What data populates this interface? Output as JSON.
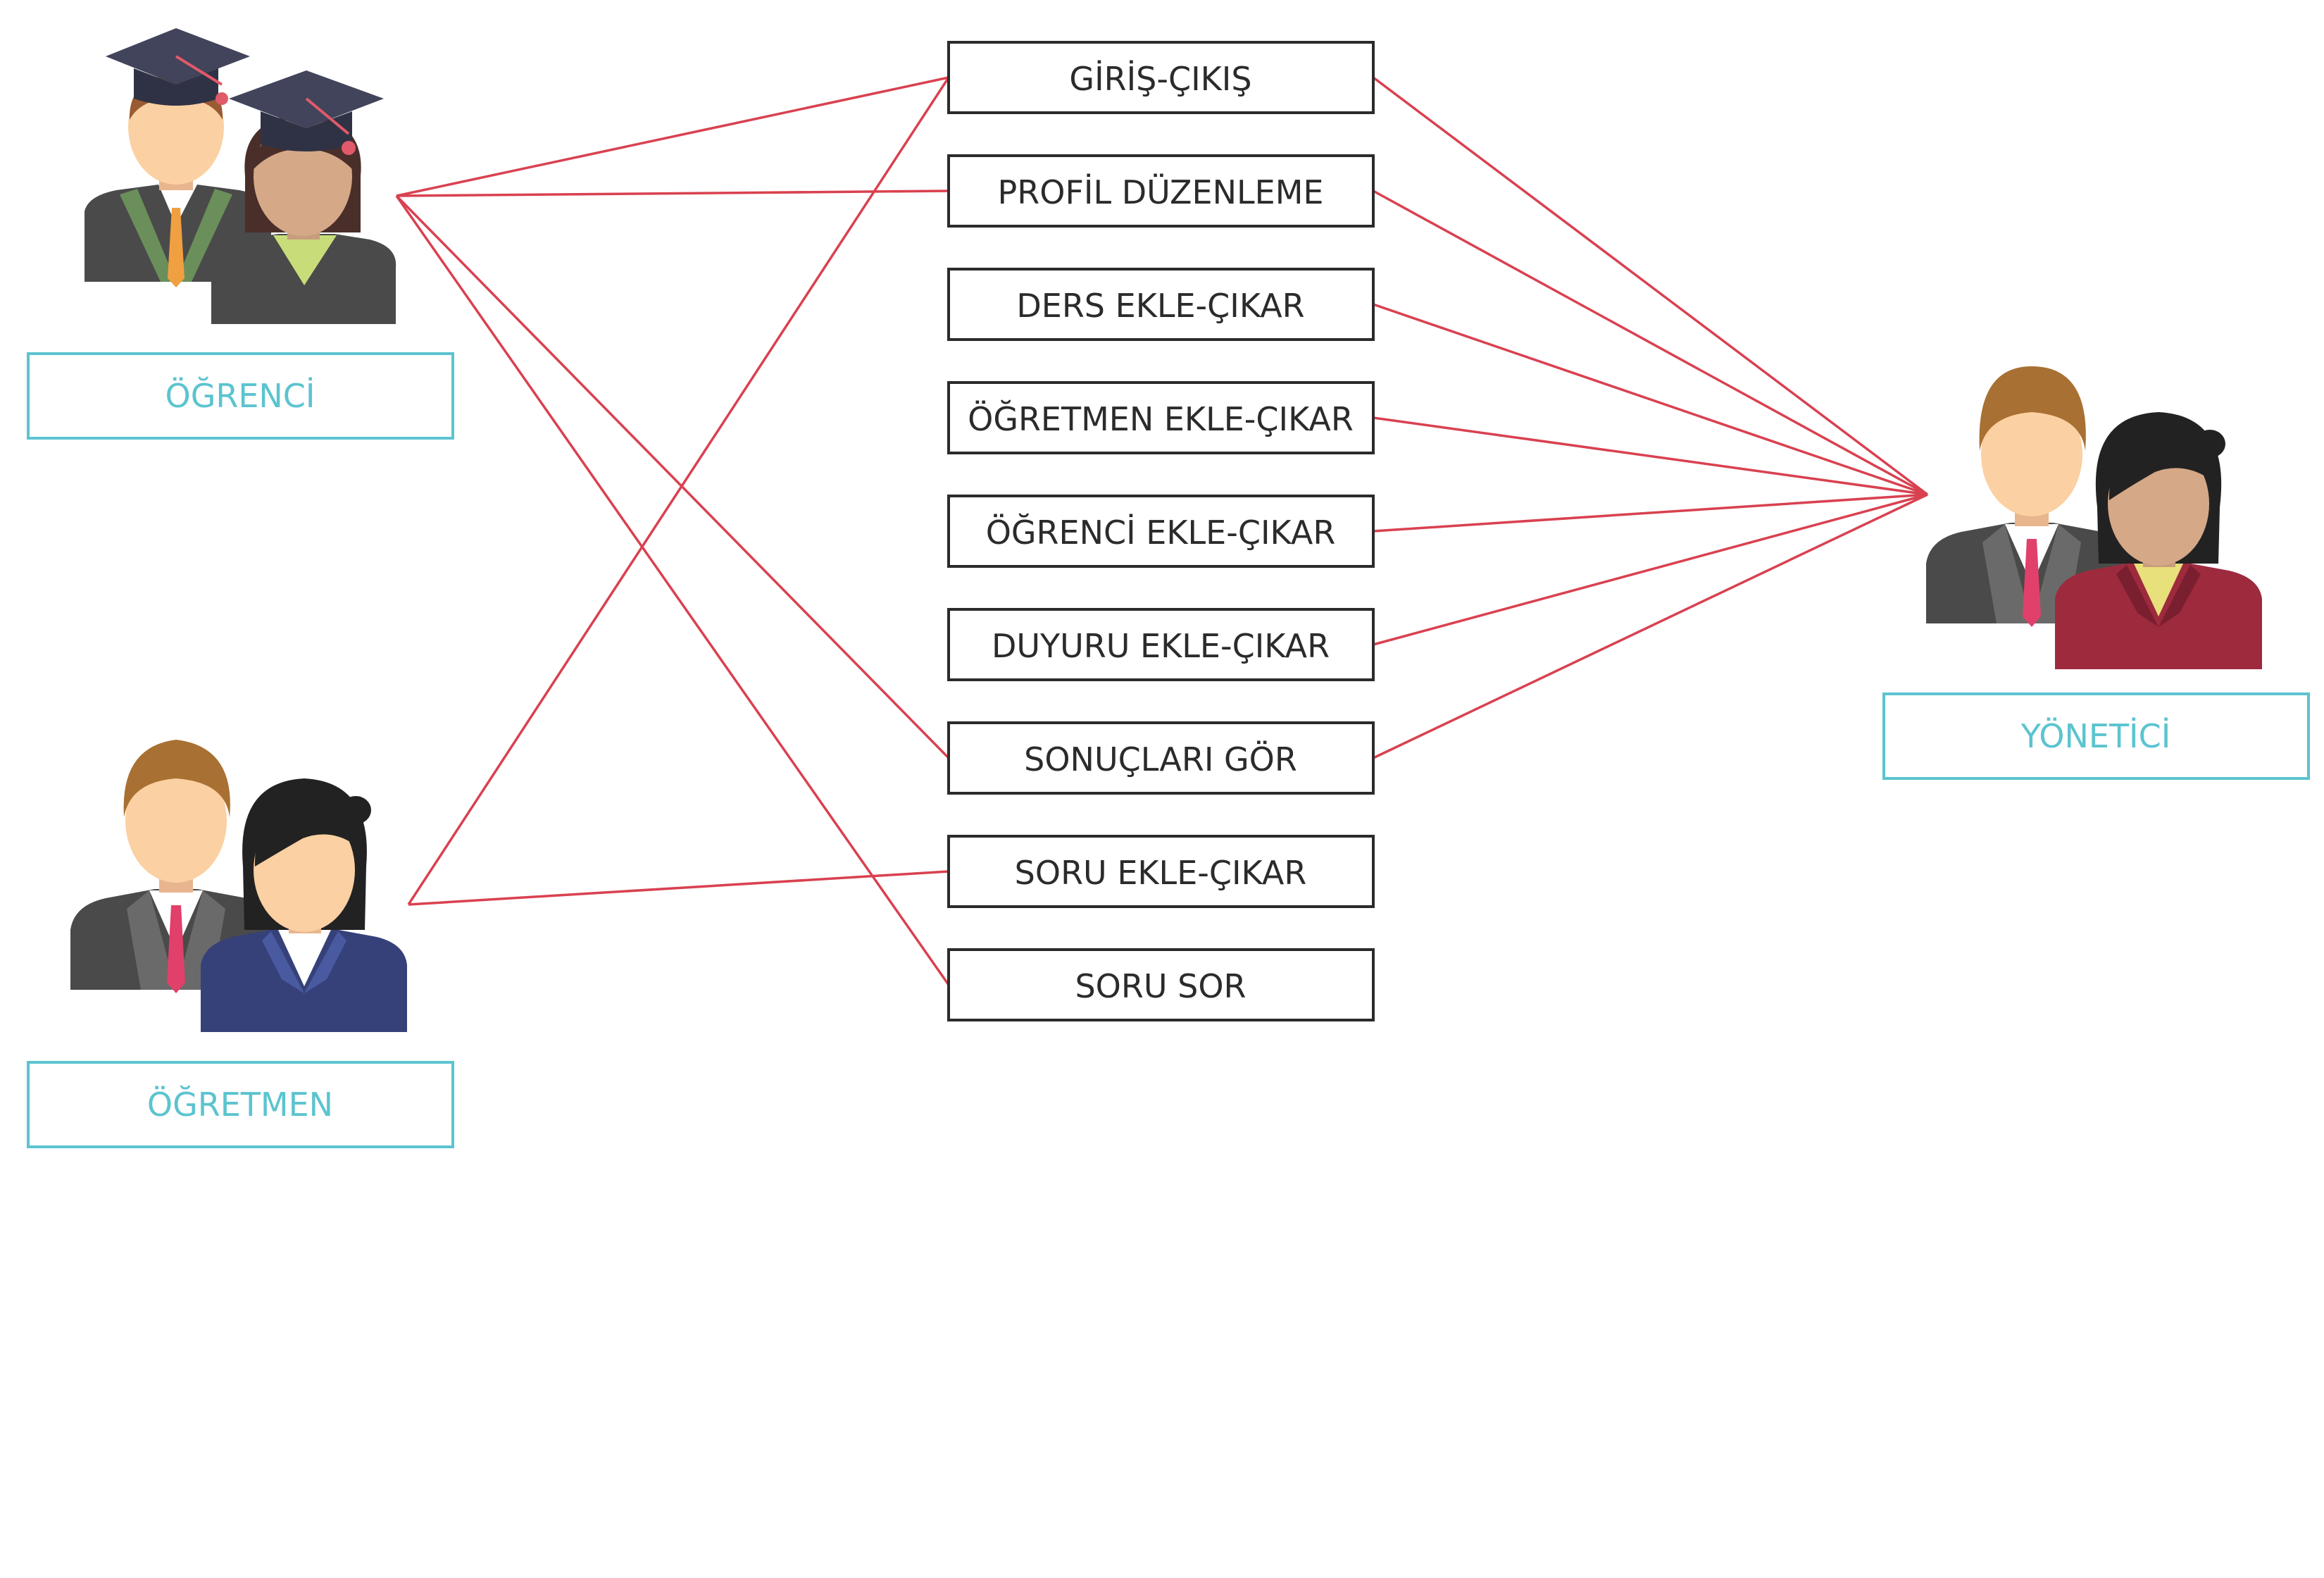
{
  "roles": {
    "ogrenci": {
      "label": "ÖĞRENCİ"
    },
    "ogretmen": {
      "label": "ÖĞRETMEN"
    },
    "yonetici": {
      "label": "YÖNETİCİ"
    }
  },
  "functions": [
    {
      "label": "GİRİŞ-ÇIKIŞ"
    },
    {
      "label": "PROFİL DÜZENLEME"
    },
    {
      "label": "DERS EKLE-ÇIKAR"
    },
    {
      "label": "ÖĞRETMEN EKLE-ÇIKAR"
    },
    {
      "label": "ÖĞRENCİ EKLE-ÇIKAR"
    },
    {
      "label": "DUYURU EKLE-ÇIKAR"
    },
    {
      "label": "SONUÇLARI GÖR"
    },
    {
      "label": "SORU EKLE-ÇIKAR"
    },
    {
      "label": "SORU SOR"
    }
  ],
  "connections": {
    "ogrenci": [
      0,
      1,
      6,
      8
    ],
    "ogretmen": [
      0,
      7
    ],
    "yonetici": [
      0,
      1,
      2,
      3,
      4,
      5,
      6
    ]
  },
  "colors": {
    "line": "#d94150",
    "role_border": "#5bc4cf",
    "role_text": "#5bc4cf",
    "box_border": "#2b2b2b",
    "box_text": "#2b2b2b"
  },
  "icons": {
    "ogrenci": "graduate-students-icon",
    "ogretmen": "teachers-icon",
    "yonetici": "administrators-icon"
  }
}
